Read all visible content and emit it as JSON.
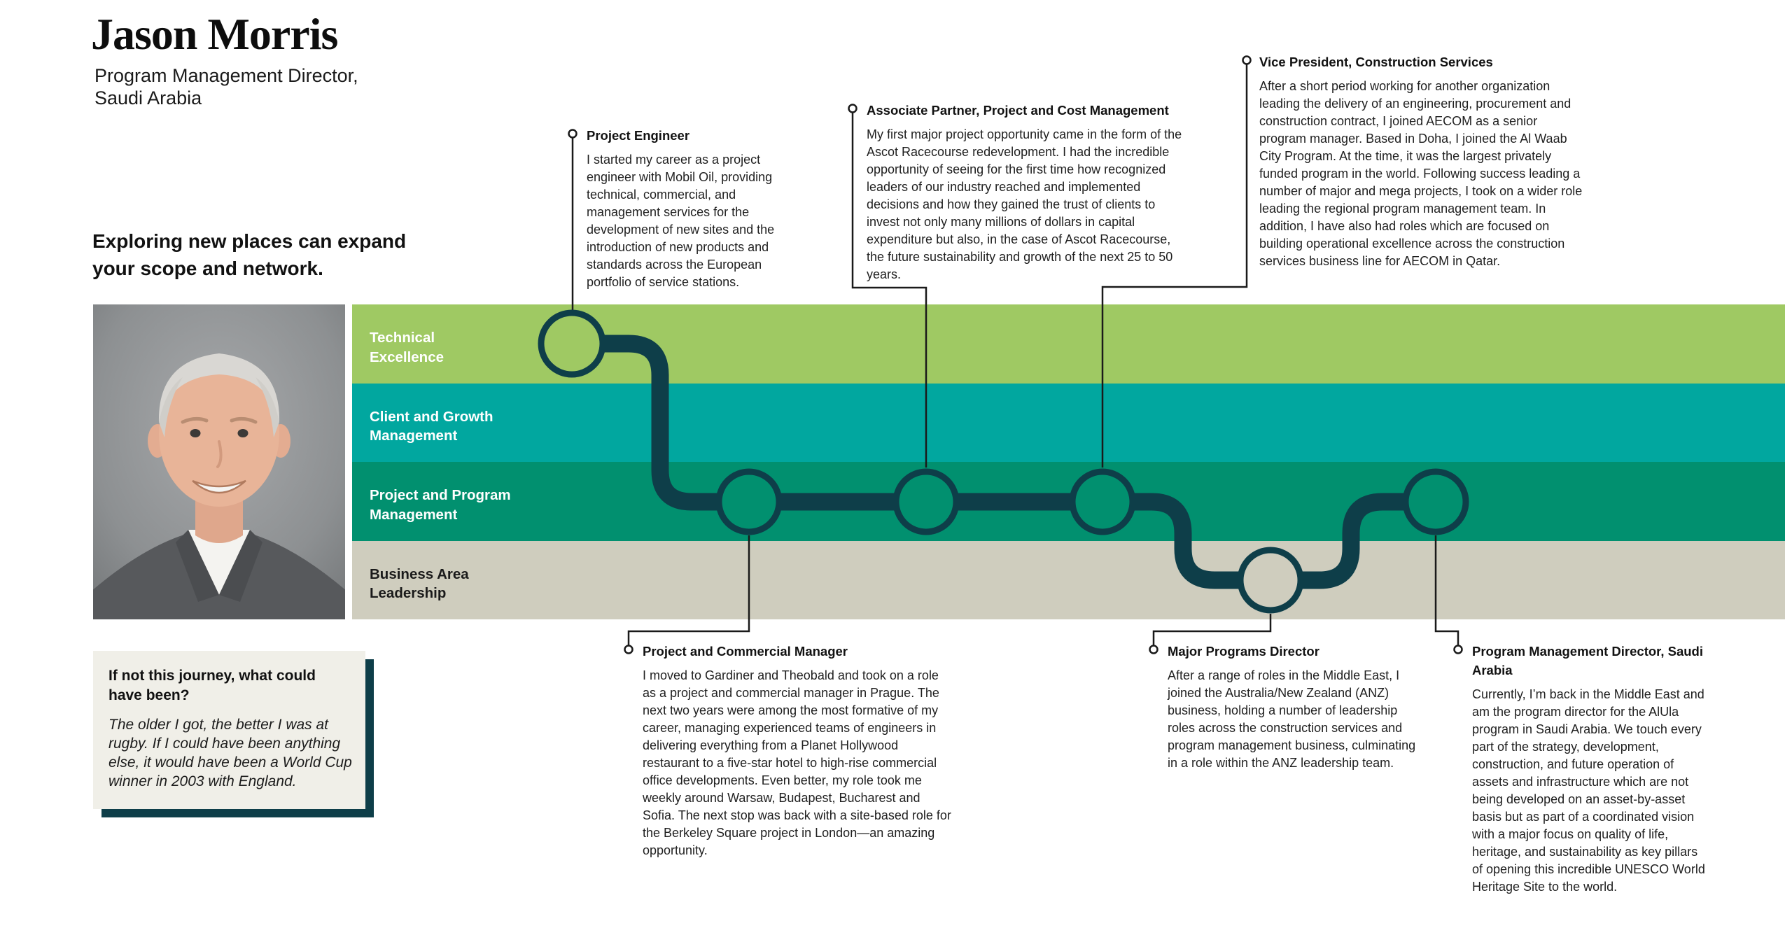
{
  "person": {
    "name": "Jason Morris",
    "role": "Program Management Director, Saudi Arabia"
  },
  "quote": "Exploring new places can expand your scope and network.",
  "bands": [
    {
      "label": "Technical Excellence",
      "color": "#9fc963",
      "text_color": "#ffffff"
    },
    {
      "label": "Client and Growth Management",
      "color": "#01a79f",
      "text_color": "#ffffff"
    },
    {
      "label": "Project and Program Management",
      "color": "#01906f",
      "text_color": "#ffffff"
    },
    {
      "label": "Business Area Leadership",
      "color": "#cfcdbe",
      "text_color": "#1a1a1a"
    }
  ],
  "milestones": [
    {
      "title": "Project Engineer",
      "band": "Technical Excellence",
      "body": "I started my career as a project engineer with Mobil Oil, providing technical, commercial, and management services for the development of new sites and the introduction of new products and standards across the European portfolio of service stations."
    },
    {
      "title": "Associate Partner, Project and Cost Management",
      "band": "Project and Program Management",
      "body": "My first major project opportunity came in the form of the Ascot Racecourse redevelopment. I had the incredible opportunity of seeing for the first time how recognized leaders of our industry reached and implemented decisions and how they gained the trust of clients to invest not only many millions of dollars in capital expenditure but also, in the case of Ascot Racecourse, the future sustainability and growth of the next 25 to 50 years."
    },
    {
      "title": "Vice President, Construction Services",
      "band": "Project and Program Management",
      "body": "After a short period working for another organization leading the delivery of an engineering, procurement and construction contract, I joined AECOM as a senior program manager. Based in Doha, I joined the Al Waab City Program. At the time, it was the largest privately funded program in the world. Following success leading a number of major and mega projects, I took on a wider role leading the regional program management team. In addition, I have also had roles which are focused on building operational excellence across the construction services business line for AECOM in Qatar."
    },
    {
      "title": "Project and Commercial Manager",
      "band": "Project and Program Management",
      "body": "I moved to Gardiner and Theobald and took on a role as a project and commercial manager in Prague. The next two years were among the most formative of my career, managing experienced teams of engineers in delivering everything from a Planet Hollywood restaurant to a five-star hotel to high-rise commercial office developments. Even better, my role took me weekly around Warsaw, Budapest, Bucharest and Sofia. The next stop was back with a site-based role for the Berkeley Square project in London—an amazing opportunity."
    },
    {
      "title": "Major Programs Director",
      "band": "Business Area Leadership",
      "body": "After a range of roles in the Middle East, I joined the Australia/New Zealand (ANZ) business, holding a number of leadership roles across the construction services and program management business, culminating in a role within the ANZ leadership team."
    },
    {
      "title": "Program Management Director, Saudi Arabia",
      "band": "Project and Program Management",
      "body": "Currently, I’m back in the Middle East and am the program director for the AlUla program in Saudi Arabia. We touch every part of the strategy, development, construction, and future operation of assets and infrastructure which are not being developed on an asset-by-asset basis but as part of a coordinated vision with a major focus on quality of life, heritage, and sustainability as key pillars of opening this incredible UNESCO World Heritage Site to the world."
    }
  ],
  "aside": {
    "title": "If not this journey, what could have been?",
    "body": "The older I got, the better I was at rugby. If I could have been anything else, it would have been a World Cup winner in 2003 with England."
  },
  "colors": {
    "path_dark_teal": "#0e3e49",
    "connector_line": "#1a1a1a",
    "aside_background": "#f0efe8",
    "aside_shadow": "#0e3e49",
    "page_background": "#ffffff"
  }
}
